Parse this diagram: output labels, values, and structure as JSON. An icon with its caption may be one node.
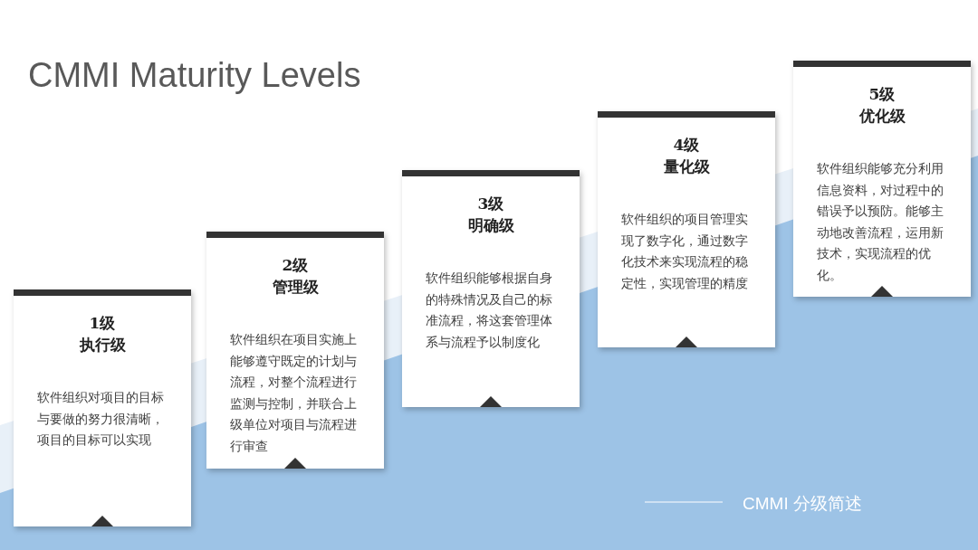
{
  "diagram": {
    "title": "CMMI Maturity Levels",
    "nodes": [
      {
        "text": [
          "1级",
          "执行级",
          "软件组织对项目的目标与要做的努力很清晰，项目的目标可以实现"
        ]
      },
      {
        "text": [
          "2级",
          "管理级",
          "软件组织在项目实施上能够遵守既定的计划与流程，对整个流程进行监测与控制，并联合上级单位对项目与流程进行审查"
        ]
      },
      {
        "text": [
          "3级",
          "明确级",
          "软件组织能够根据自身的特殊情况及自己的标准流程，将这套管理体系与流程予以制度化"
        ]
      },
      {
        "text": [
          "4级",
          "量化级",
          "软件组织的项目管理实现了数字化，通过数字化技术来实现流程的稳定性，实现管理的精度"
        ]
      },
      {
        "text": [
          "5级",
          "优化级",
          "软件组织能够充分利用信息资料，对过程中的错误予以预防。能够主动地改善流程，运用新技术，实现流程的优化。"
        ]
      }
    ],
    "labels": [
      "CMMI 分级简述"
    ]
  }
}
